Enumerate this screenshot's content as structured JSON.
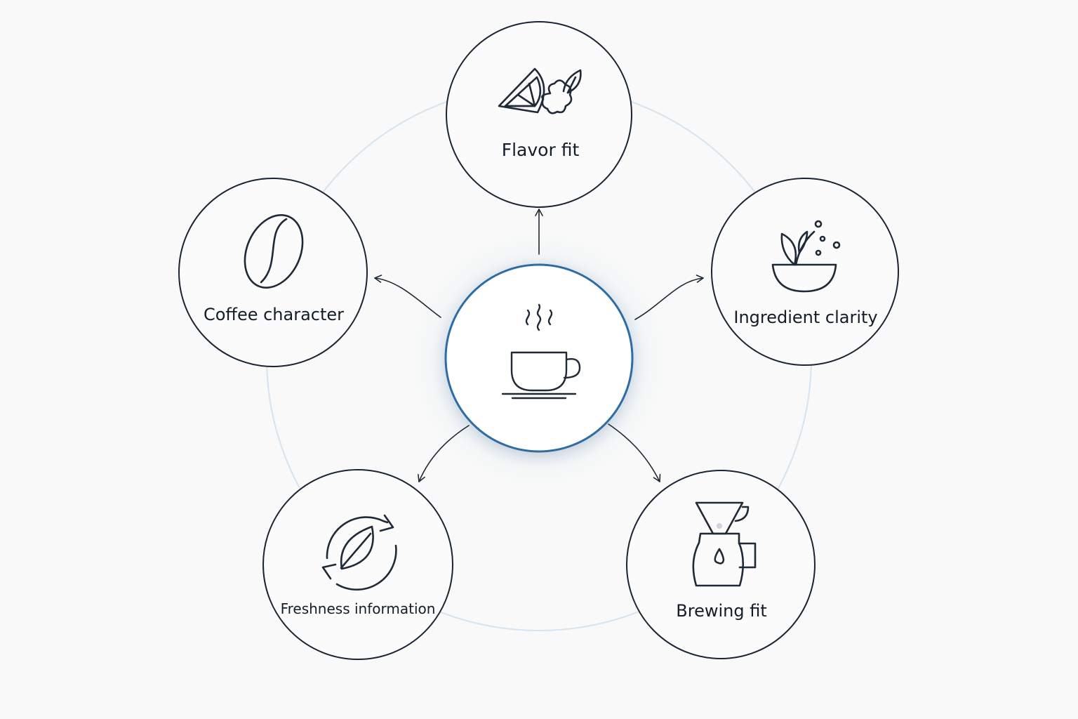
{
  "diagram": {
    "center": {
      "icon": "coffee-cup-icon",
      "accent": "#2e6da4"
    },
    "nodes": [
      {
        "id": "flavor-fit",
        "label": "Flavor fit",
        "icon": "citrus-berry-leaf-icon"
      },
      {
        "id": "ingredient-clarity",
        "label": "Ingredient clarity",
        "icon": "bowl-herb-icon"
      },
      {
        "id": "brewing-fit",
        "label": "Brewing fit",
        "icon": "pour-over-icon"
      },
      {
        "id": "freshness-information",
        "label": "Freshness information",
        "icon": "leaf-cycle-icon"
      },
      {
        "id": "coffee-character",
        "label": "Coffee character",
        "icon": "coffee-bean-icon"
      }
    ],
    "colors": {
      "background": "#f8f9f8",
      "ring": "#1a2433",
      "orbit": "#d6e4f0",
      "halo": "#e8eef5"
    }
  }
}
